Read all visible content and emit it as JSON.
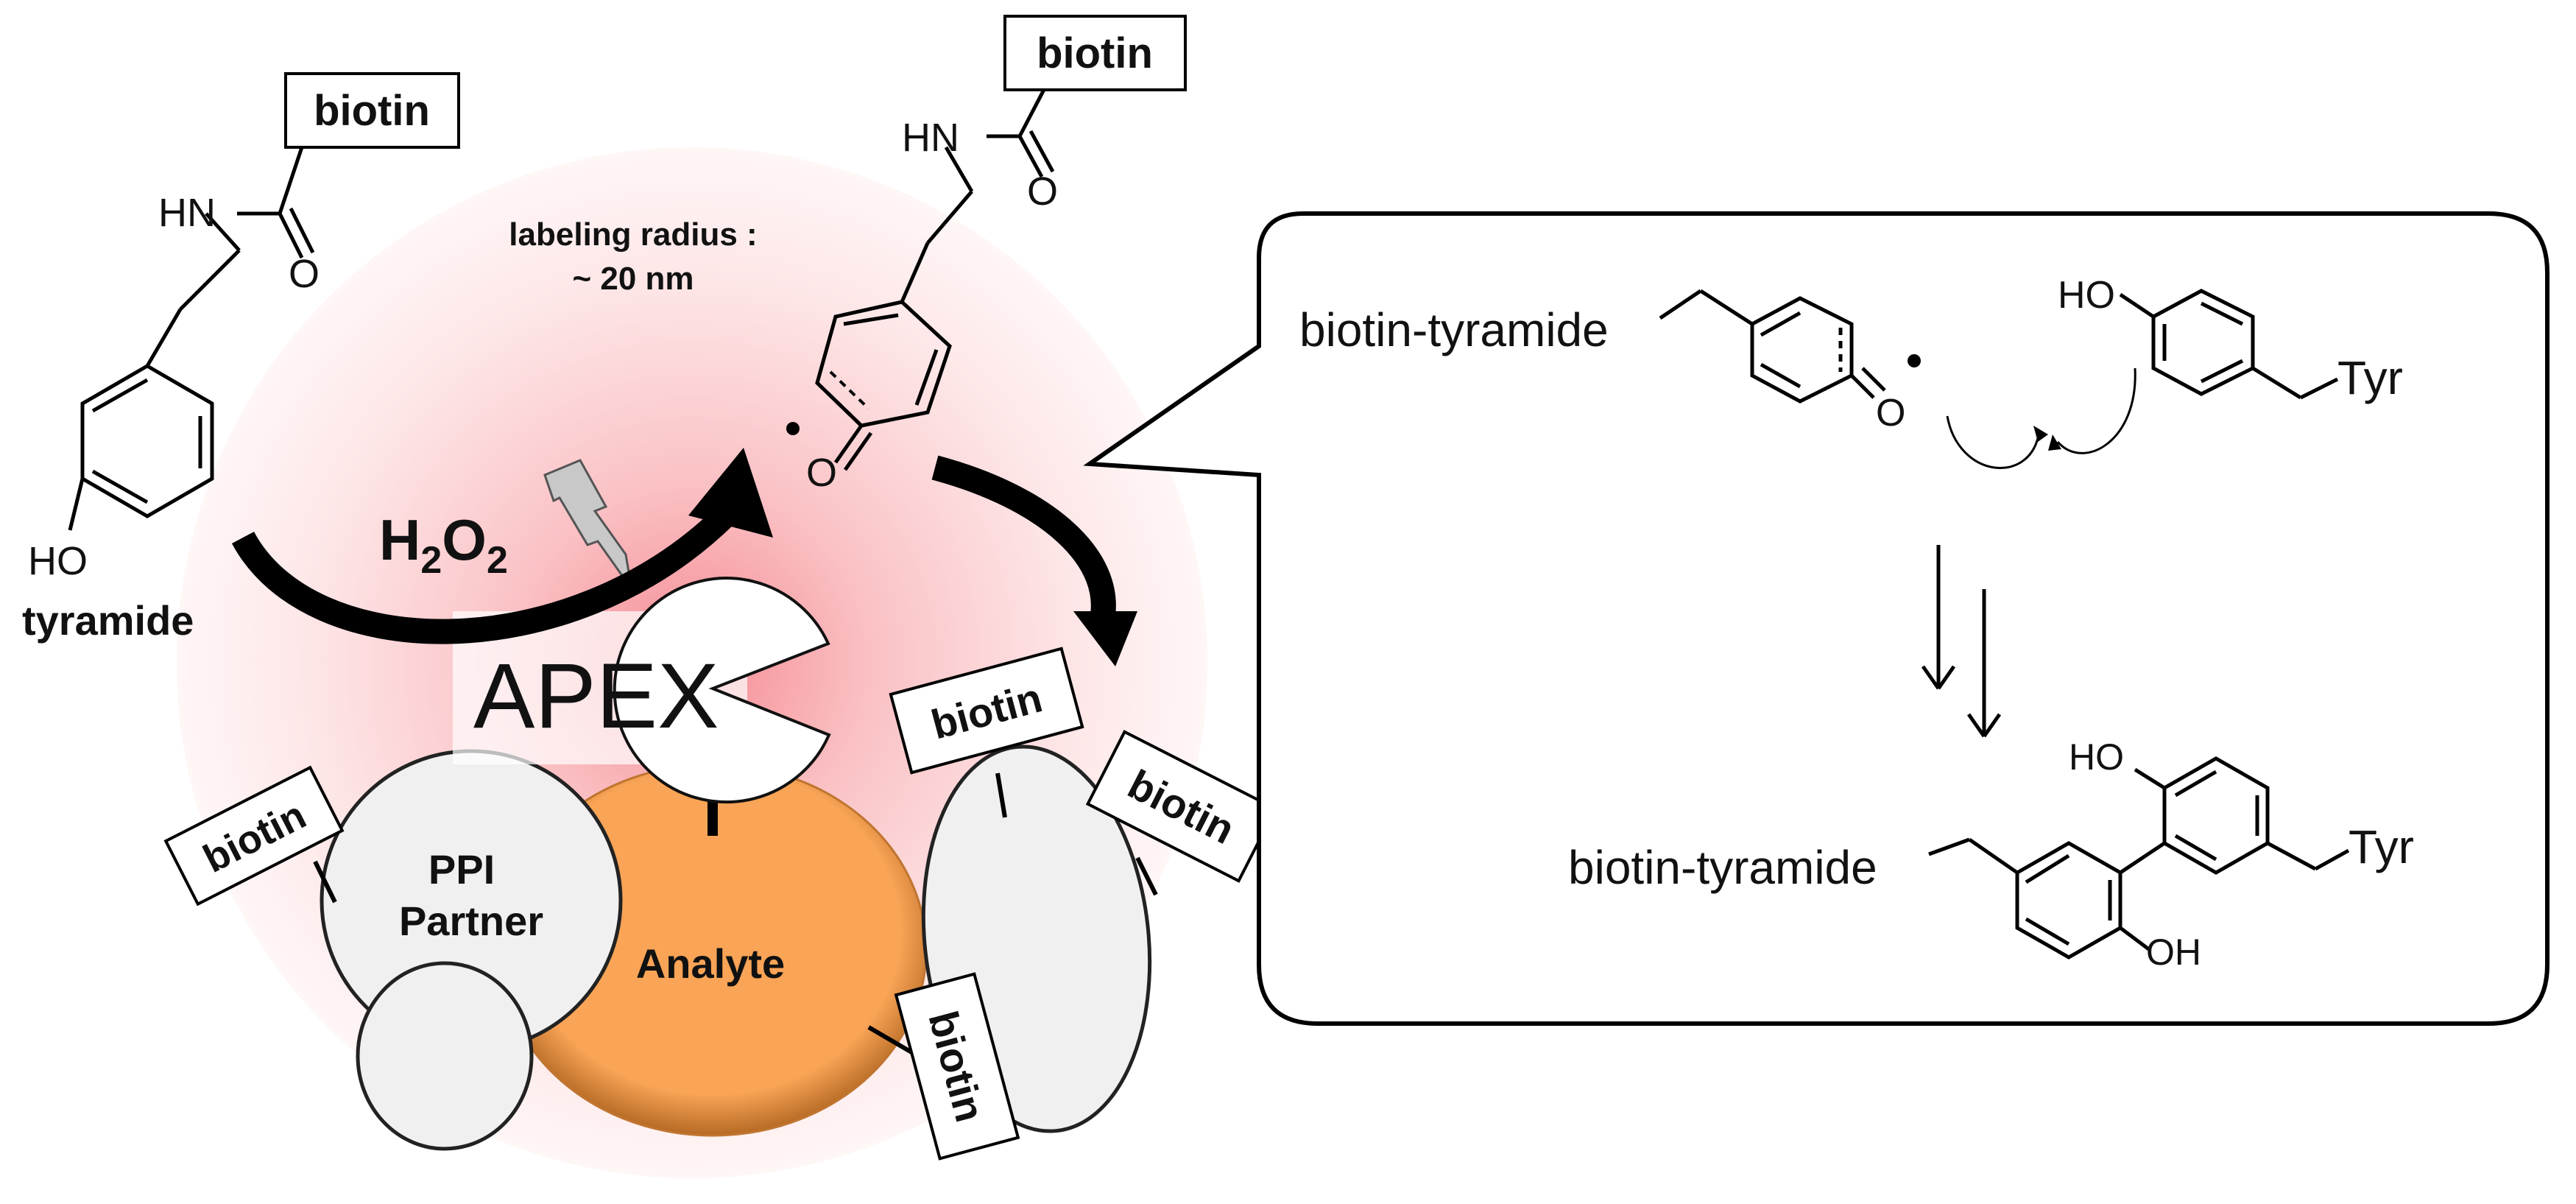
{
  "labels": {
    "biotin": "biotin",
    "hn": "HN",
    "o": "O",
    "ho": "HO",
    "oh": "OH",
    "tyramide": "tyramide",
    "h": "H",
    "two": "2",
    "o_formula": "O",
    "apex": "APEX",
    "radius_line1": "labeling radius :",
    "radius_line2": "~ 20 nm",
    "ppi_line1": "PPI",
    "ppi_line2": "Partner",
    "analyte": "Analyte",
    "biotin_tyramide": "biotin-tyramide",
    "tyr": "Tyr"
  },
  "colors": {
    "halo": "#f6a3a8",
    "analyte": "#f9a456",
    "protein": "#f0f0f0",
    "arrow": "#000000",
    "lightning": "#c8c8c8"
  }
}
